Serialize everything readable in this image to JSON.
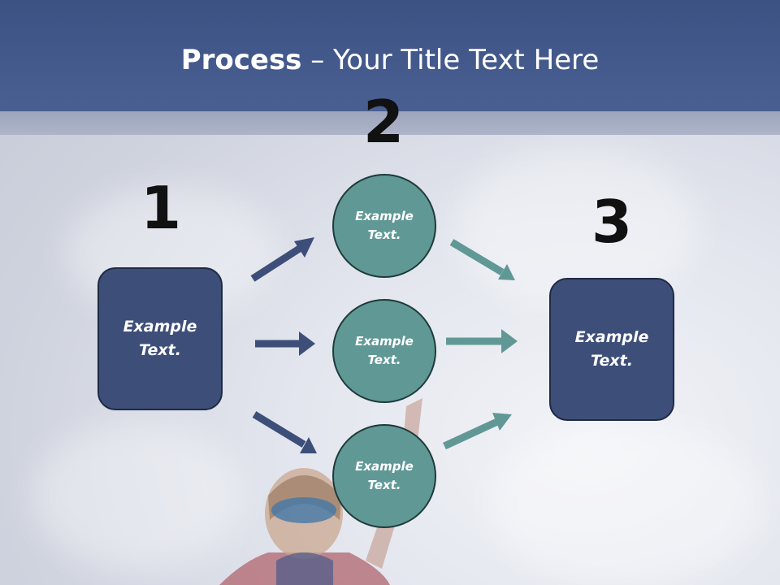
{
  "title": {
    "bold": "Process",
    "rest": " – Your Title Text Here"
  },
  "steps": {
    "one": "1",
    "two": "2",
    "three": "3"
  },
  "left_box": {
    "text": "Example\nText."
  },
  "right_box": {
    "text": "Example\nText."
  },
  "circles": [
    {
      "text": "Example\nText."
    },
    {
      "text": "Example\nText."
    },
    {
      "text": "Example\nText."
    }
  ],
  "colors": {
    "header": "#3c5283",
    "box_fill": "#3d4e79",
    "circle_fill": "#609896",
    "arrow_blue": "#3d4e79",
    "arrow_teal": "#609896"
  }
}
